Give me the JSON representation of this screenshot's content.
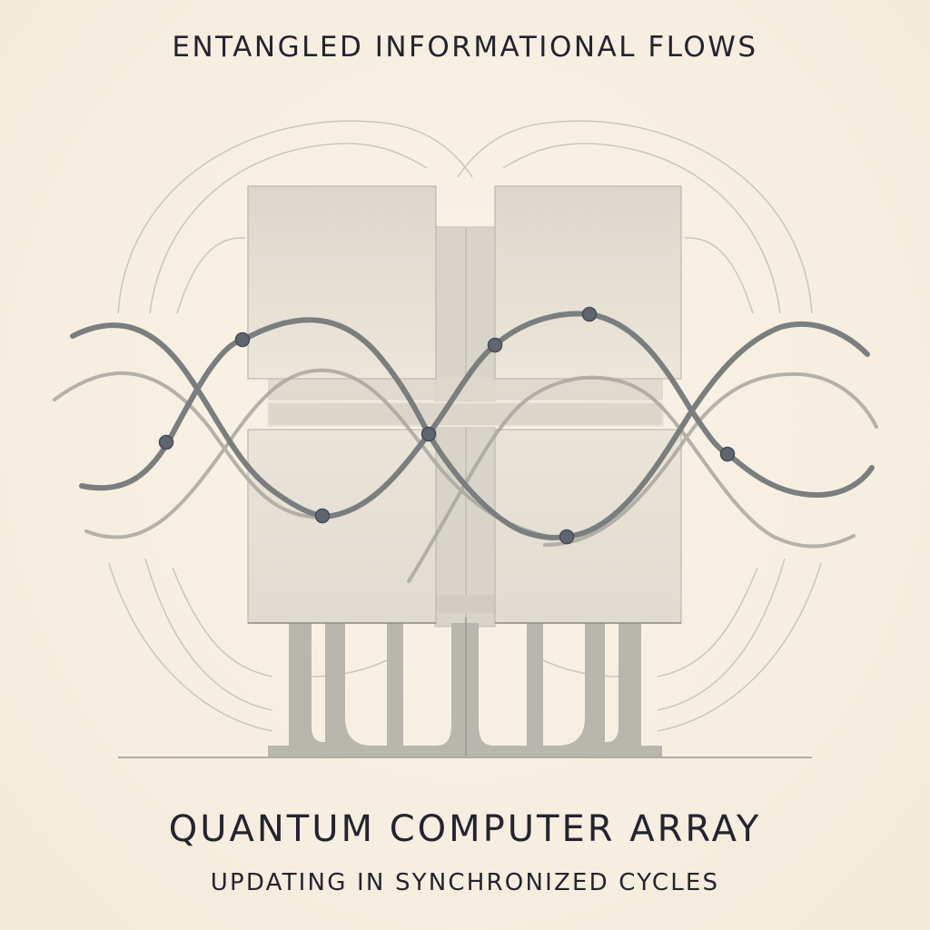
{
  "header": {
    "title": "ENTANGLED INFORMATIONAL FLOWS"
  },
  "footer": {
    "title": "QUANTUM COMPUTER ARRAY",
    "subtitle": "UPDATING IN SYNCHRONIZED CYCLES"
  },
  "illustration": {
    "subject": "quantum-computer-array",
    "module_count": 4,
    "node_count": 8,
    "colors": {
      "background": "#f7efe2",
      "panel": "#e6e0d4",
      "panel_edge": "#b9b4aa",
      "base": "#b8b5ad",
      "wave_dark": "#7c7f80",
      "wave_light": "#a9a8a2",
      "node": "#5f6670",
      "text": "#23242e"
    }
  }
}
